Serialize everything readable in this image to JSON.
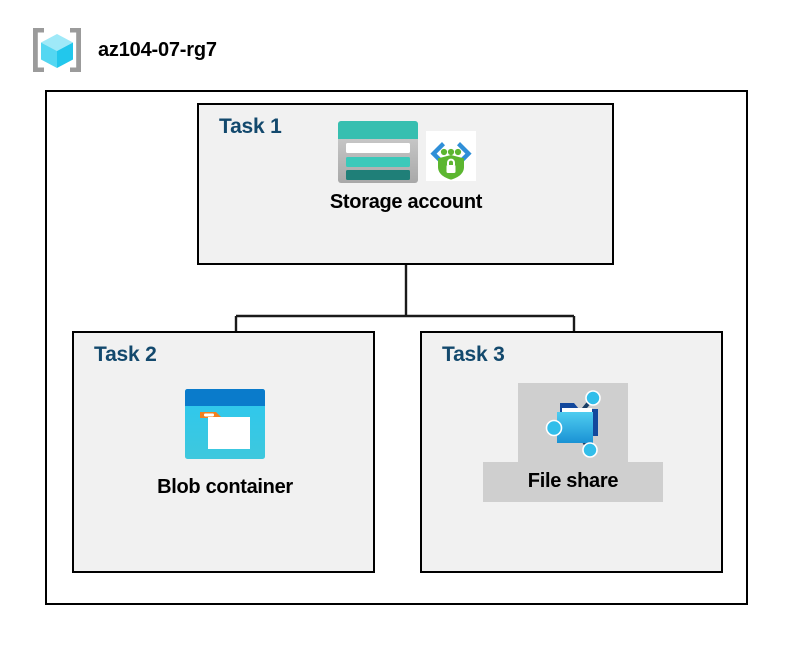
{
  "header": {
    "icon": "resource-group-icon",
    "title": "az104-07-rg7"
  },
  "colors": {
    "task_label": "#13496D",
    "box_fill": "#F1F1F1",
    "border": "#000000",
    "highlight": "#CFCFCF",
    "storage_teal": "#37BFB0",
    "storage_dark_teal": "#1F7F78",
    "blob_blue": "#0A7BCB",
    "blob_cyan": "#32C3E8",
    "blob_orange": "#F2801F",
    "fileshare_blue": "#32BEEA",
    "keyvault_green": "#5CB630",
    "rg_cube_cyan": "#7FE3F5"
  },
  "container": {
    "name": "resource-group-container"
  },
  "tasks": [
    {
      "label": "Task 1",
      "node": {
        "caption": "Storage account",
        "icons": [
          "storage-account-icon",
          "key-vault-icon"
        ],
        "highlighted": false
      }
    },
    {
      "label": "Task 2",
      "node": {
        "caption": "Blob container",
        "icons": [
          "blob-container-icon"
        ],
        "highlighted": false
      }
    },
    {
      "label": "Task 3",
      "node": {
        "caption": "File share",
        "icons": [
          "file-share-icon"
        ],
        "highlighted": true
      }
    }
  ],
  "connectors": [
    {
      "from": "storage-account",
      "to": "blob-container"
    },
    {
      "from": "storage-account",
      "to": "file-share"
    }
  ]
}
